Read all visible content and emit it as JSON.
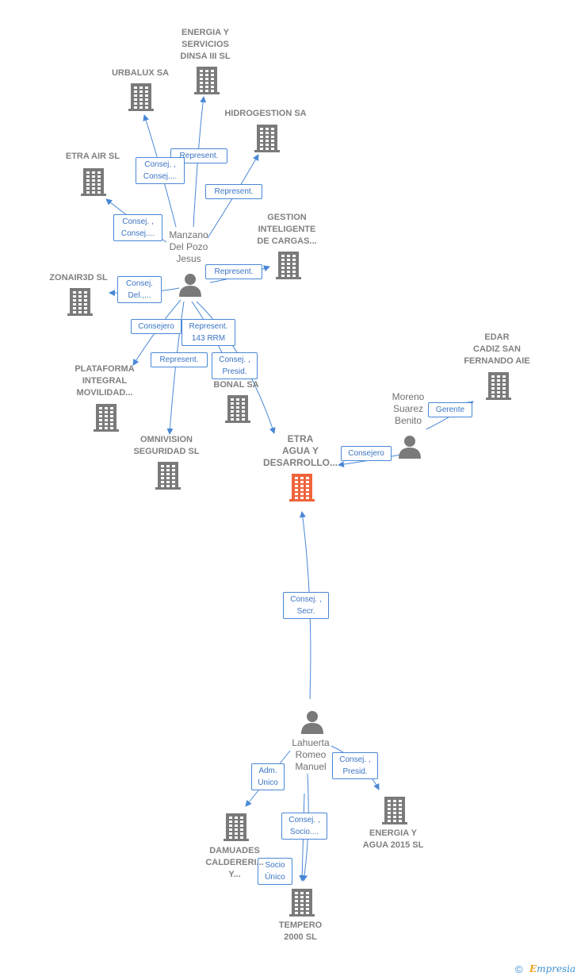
{
  "companies": [
    {
      "id": "energia_dinsa",
      "label": "ENERGIA Y\nSERVICIOS\nDINSA III  SL"
    },
    {
      "id": "urbalux",
      "label": "URBALUX SA"
    },
    {
      "id": "hidrogestion",
      "label": "HIDROGESTION SA"
    },
    {
      "id": "etra_air",
      "label": "ETRA AIR  SL"
    },
    {
      "id": "gestion",
      "label": "GESTION\nINTELIGENTE\nDE CARGAS..."
    },
    {
      "id": "zonair",
      "label": "ZONAIR3D  SL"
    },
    {
      "id": "plataforma",
      "label": "PLATAFORMA\nINTEGRAL\nMOVILIDAD..."
    },
    {
      "id": "bonal",
      "label": "BONAL SA"
    },
    {
      "id": "omnivision",
      "label": "OMNIVISION\nSEGURIDAD SL"
    },
    {
      "id": "edar",
      "label": "EDAR\nCADIZ SAN\nFERNANDO AIE"
    },
    {
      "id": "etra",
      "label": "ETRA\nAGUA Y\nDESARROLLO...",
      "highlight": true,
      "color": "#f0643c"
    },
    {
      "id": "damuades",
      "label": "DAMUADES\nCALDERERI...\nY..."
    },
    {
      "id": "energia_agua",
      "label": "ENERGIA Y\nAGUA 2015  SL"
    },
    {
      "id": "tempero",
      "label": "TEMPERO\n2000 SL"
    }
  ],
  "persons": [
    {
      "id": "manzano",
      "label": "Manzano\nDel Pozo\nJesus"
    },
    {
      "id": "moreno",
      "label": "Moreno\nSuarez\nBenito"
    },
    {
      "id": "lahuerta",
      "label": "Lahuerta\nRomeo\nManuel"
    }
  ],
  "edges": [
    {
      "from": "manzano",
      "to": "energia_dinsa",
      "label": "Represent."
    },
    {
      "from": "manzano",
      "to": "urbalux",
      "label": "Consej. ,\nConsej...."
    },
    {
      "from": "manzano",
      "to": "hidrogestion",
      "label": "Represent."
    },
    {
      "from": "manzano",
      "to": "etra_air",
      "label": "Consej. ,\nConsej...."
    },
    {
      "from": "manzano",
      "to": "gestion",
      "label": "Represent."
    },
    {
      "from": "manzano",
      "to": "zonair",
      "label": "Consej.\nDel.,..."
    },
    {
      "from": "manzano",
      "to": "plataforma",
      "label": "Consejero"
    },
    {
      "from": "manzano",
      "to": "omnivision",
      "label": "Represent."
    },
    {
      "from": "manzano",
      "to": "bonal",
      "label": "Represent.\n143 RRM"
    },
    {
      "from": "manzano",
      "to": "etra",
      "label": "Consej. ,\nPresid."
    },
    {
      "from": "moreno",
      "to": "edar",
      "label": "Gerente"
    },
    {
      "from": "moreno",
      "to": "etra",
      "label": "Consejero"
    },
    {
      "from": "lahuerta",
      "to": "etra",
      "label": "Consej. ,\nSecr."
    },
    {
      "from": "lahuerta",
      "to": "damuades",
      "label": "Adm.\nUnico"
    },
    {
      "from": "lahuerta",
      "to": "energia_agua",
      "label": "Consej. ,\nPresid."
    },
    {
      "from": "lahuerta",
      "to": "tempero",
      "label": "Consej. ,\nSocio...."
    },
    {
      "from": "lahuerta",
      "to": "tempero",
      "label": "Socio\nÚnico"
    }
  ],
  "colors": {
    "edge": "#4a88d6",
    "building": "#7a7a7a",
    "highlight": "#f0643c",
    "person": "#7a7a7a"
  },
  "footer": {
    "copyright": "©",
    "brand_first": "E",
    "brand_rest": "mpresia"
  }
}
